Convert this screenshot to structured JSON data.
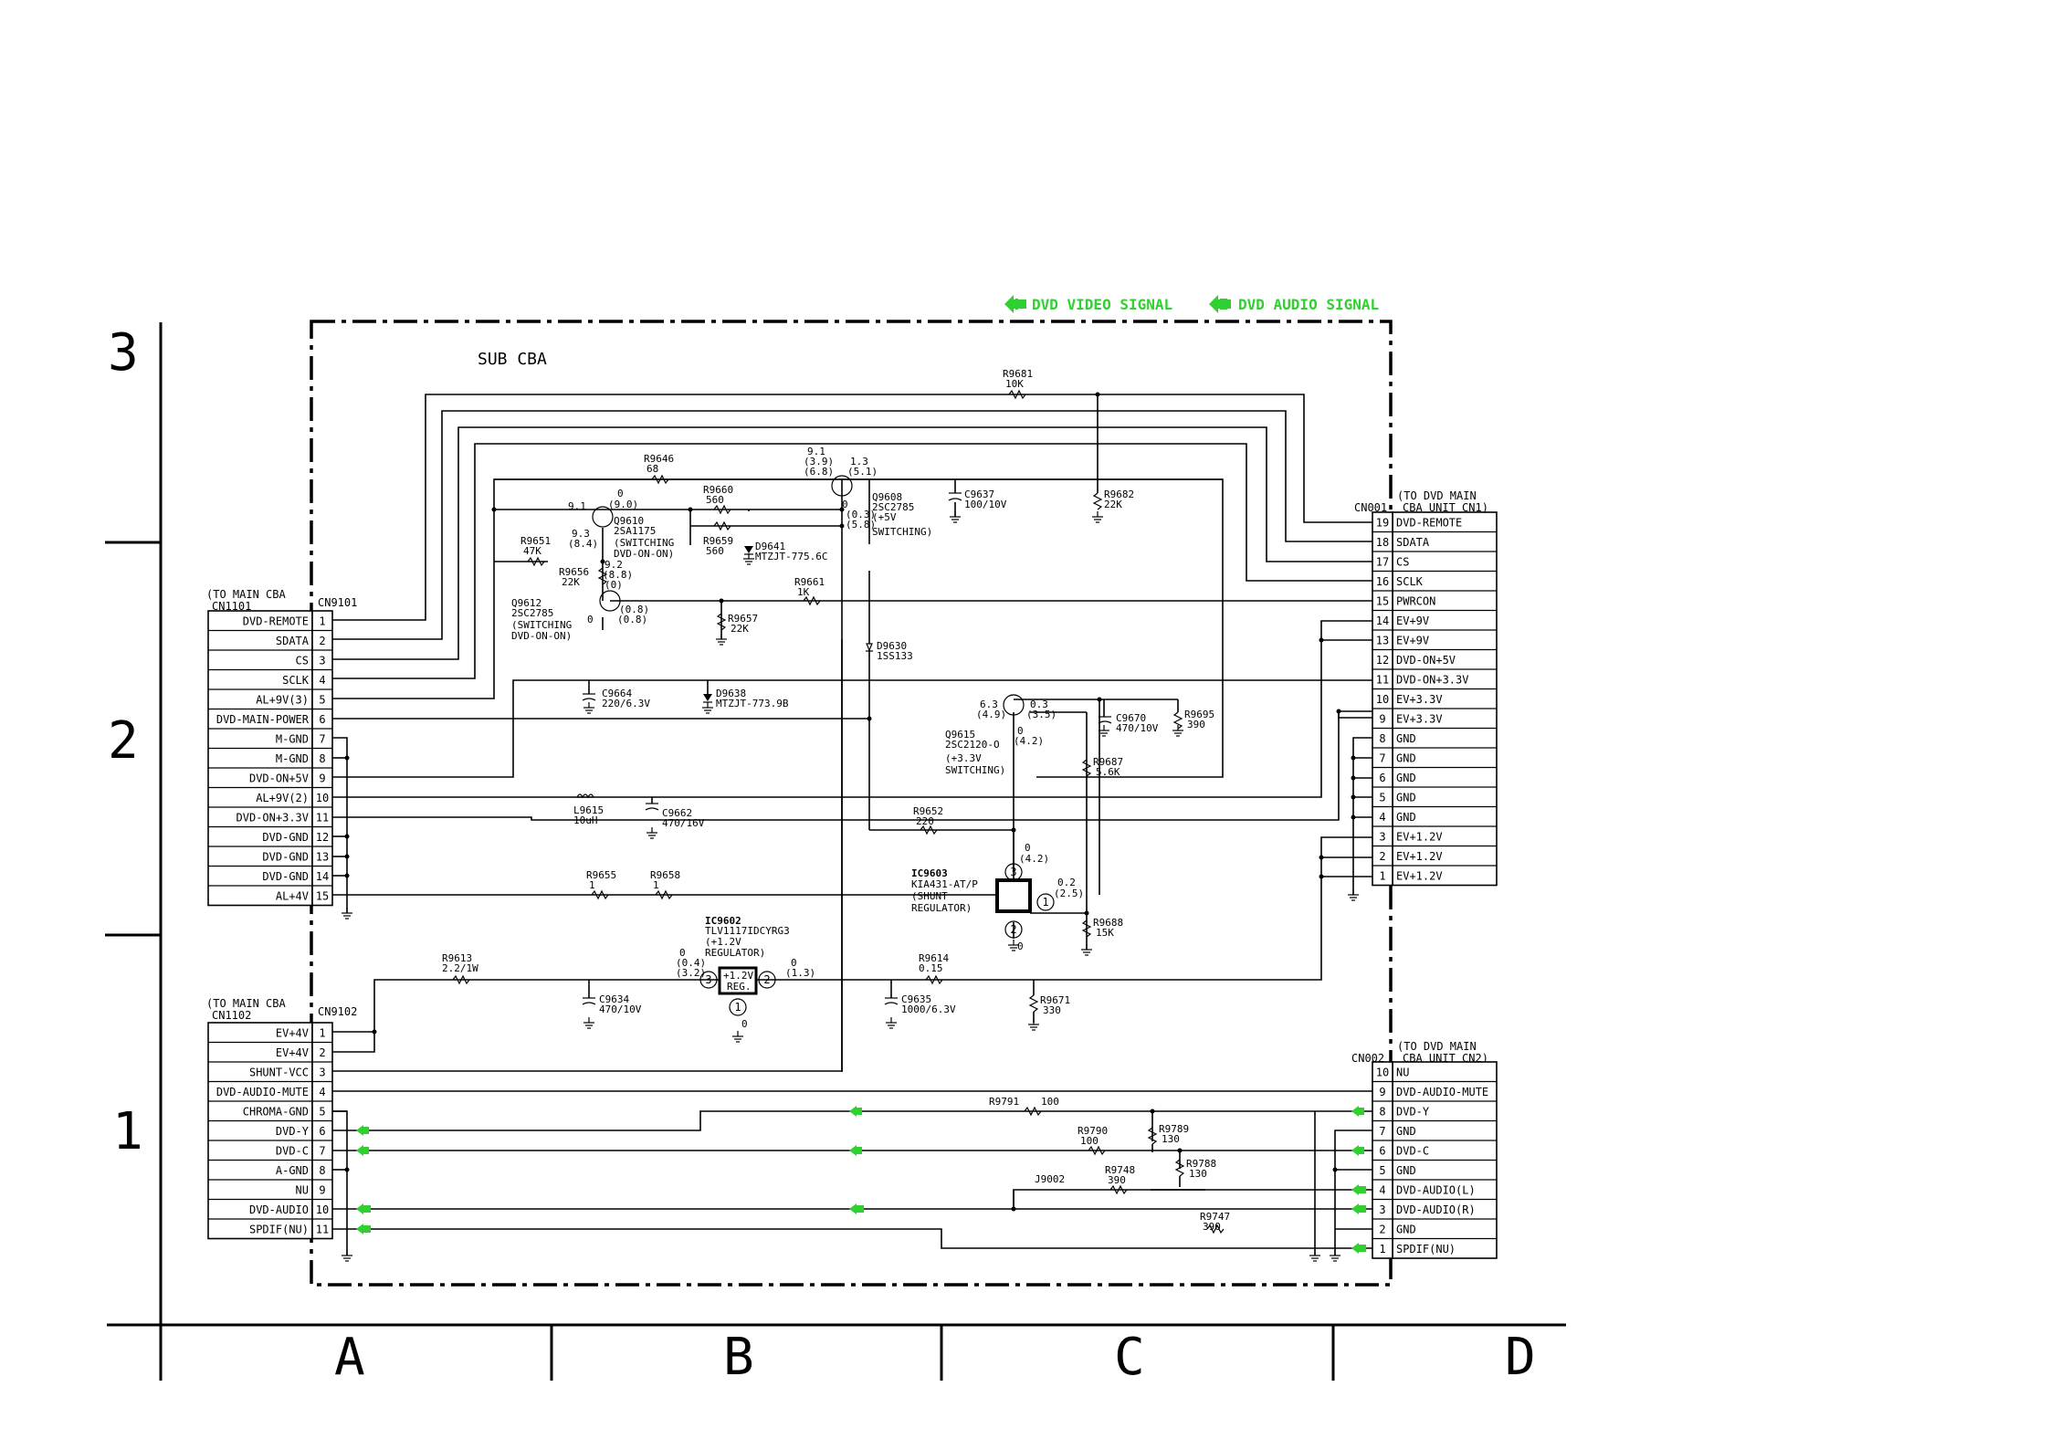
{
  "legend": {
    "video": "DVD VIDEO SIGNAL",
    "audio": "DVD AUDIO SIGNAL"
  },
  "board_title": "SUB CBA",
  "row_labels": [
    "3",
    "2",
    "1"
  ],
  "col_labels": [
    "A",
    "B",
    "C",
    "D"
  ],
  "cn9101": {
    "ref": "CN9101",
    "note1": "(TO MAIN CBA",
    "note2": "CN1101",
    "pins": [
      "DVD-REMOTE",
      "SDATA",
      "CS",
      "SCLK",
      "AL+9V(3)",
      "DVD-MAIN-POWER",
      "M-GND",
      "M-GND",
      "DVD-ON+5V",
      "AL+9V(2)",
      "DVD-ON+3.3V",
      "DVD-GND",
      "DVD-GND",
      "DVD-GND",
      "AL+4V"
    ],
    "nums": [
      "1",
      "2",
      "3",
      "4",
      "5",
      "6",
      "7",
      "8",
      "9",
      "10",
      "11",
      "12",
      "13",
      "14",
      "15"
    ]
  },
  "cn9102": {
    "ref": "CN9102",
    "note1": "(TO MAIN CBA",
    "note2": "CN1102",
    "pins": [
      "EV+4V",
      "EV+4V",
      "SHUNT-VCC",
      "DVD-AUDIO-MUTE",
      "CHROMA-GND",
      "DVD-Y",
      "DVD-C",
      "A-GND",
      "NU",
      "DVD-AUDIO",
      "SPDIF(NU)"
    ],
    "nums": [
      "1",
      "2",
      "3",
      "4",
      "5",
      "6",
      "7",
      "8",
      "9",
      "10",
      "11"
    ]
  },
  "cn001": {
    "ref": "CN001",
    "note1": "(TO DVD MAIN",
    "note2": "CBA UNIT CN1)",
    "pins": [
      "DVD-REMOTE",
      "SDATA",
      "CS",
      "SCLK",
      "PWRCON",
      "EV+9V",
      "EV+9V",
      "DVD-ON+5V",
      "DVD-ON+3.3V",
      "EV+3.3V",
      "EV+3.3V",
      "GND",
      "GND",
      "GND",
      "GND",
      "GND",
      "EV+1.2V",
      "EV+1.2V",
      "EV+1.2V"
    ],
    "nums": [
      "19",
      "18",
      "17",
      "16",
      "15",
      "14",
      "13",
      "12",
      "11",
      "10",
      "9",
      "8",
      "7",
      "6",
      "5",
      "4",
      "3",
      "2",
      "1"
    ]
  },
  "cn002": {
    "ref": "CN002",
    "note1": "(TO DVD MAIN",
    "note2": "CBA UNIT CN2)",
    "pins": [
      "NU",
      "DVD-AUDIO-MUTE",
      "DVD-Y",
      "GND",
      "DVD-C",
      "GND",
      "DVD-AUDIO(L)",
      "DVD-AUDIO(R)",
      "GND",
      "SPDIF(NU)"
    ],
    "nums": [
      "10",
      "9",
      "8",
      "7",
      "6",
      "5",
      "4",
      "3",
      "2",
      "1"
    ]
  },
  "parts": {
    "r9681": "R9681",
    "r9681v": "10K",
    "r9646": "R9646",
    "r9646v": "68",
    "r9660": "R9660",
    "r9660v": "560",
    "r9659": "R9659",
    "r9659v": "560",
    "r9651": "R9651",
    "r9651v": "47K",
    "r9656": "R9656",
    "r9656v": "22K",
    "r9657": "R9657",
    "r9657v": "22K",
    "r9661": "R9661",
    "r9661v": "1K",
    "r9682": "R9682",
    "r9682v": "22K",
    "c9637": "C9637",
    "c9637v": "100/10V",
    "d9641": "D9641",
    "d9641v": "MTZJT-775.6C",
    "d9630": "D9630",
    "d9630v": "1SS133",
    "q9608": "Q9608",
    "q9608v": "2SC2785",
    "q9608n1": "(+5V",
    "q9608n2": "SWITCHING)",
    "q9610": "Q9610",
    "q9610v": "2SA1175",
    "q9610n1": "(SWITCHING",
    "q9610n2": "DVD-ON-ON)",
    "q9612": "Q9612",
    "q9612v": "2SC2785",
    "q9612n1": "(SWITCHING",
    "q9612n2": "DVD-ON-ON)",
    "q9615": "Q9615",
    "q9615v": "2SC2120-O",
    "q9615n1": "(+3.3V",
    "q9615n2": "SWITCHING)",
    "c9664": "C9664",
    "c9664v": "220/6.3V",
    "d9638": "D9638",
    "d9638v": "MTZJT-773.9B",
    "c9670": "C9670",
    "c9670v": "470/10V",
    "r9695": "R9695",
    "r9695v": "390",
    "r9687": "R9687",
    "r9687v": "5.6K",
    "l9615": "L9615",
    "l9615v": "10uH",
    "c9662": "C9662",
    "c9662v": "470/16V",
    "r9652": "R9652",
    "r9652v": "220",
    "ic9603": "IC9603",
    "ic9603v": "KIA431-AT/P",
    "ic9603n1": "(SHUNT",
    "ic9603n2": "REGULATOR)",
    "r9655": "R9655",
    "r9655v": "1",
    "r9658": "R9658",
    "r9658v": "1",
    "r9688": "R9688",
    "r9688v": "15K",
    "ic9602": "IC9602",
    "ic9602v": "TLV1117IDCYRG3",
    "ic9602n1": "(+1.2V",
    "ic9602n2": "REGULATOR)",
    "ic9602box1": "+1.2V",
    "ic9602box2": "REG.",
    "r9613": "R9613",
    "r9613v": "2.2/1W",
    "c9634": "C9634",
    "c9634v": "470/10V",
    "r9614": "R9614",
    "r9614v": "0.15",
    "c9635": "C9635",
    "c9635v": "1000/6.3V",
    "r9671": "R9671",
    "r9671v": "330",
    "r9791": "R9791",
    "r9791v": "100",
    "r9790": "R9790",
    "r9790v": "100",
    "r9789": "R9789",
    "r9789v": "130",
    "r9788": "R9788",
    "r9788v": "130",
    "r9748": "R9748",
    "r9748v": "390",
    "j9002": "J9002",
    "r9747": "R9747",
    "r9747v": "390"
  },
  "voltages": {
    "q9610e": "9.1",
    "q9610b1": "0",
    "q9610b2": "(9.0)",
    "q9610c1": "9.3",
    "q9610c2": "(8.4)",
    "q9612c1": "9.2",
    "q9612c2": "(8.8)",
    "q9612c3": "(0)",
    "q9612e1": "0",
    "q9612e2": "(0.8)",
    "q9608c1": "9.1",
    "q9608c2": "(3.9)",
    "q9608c3": "(6.8)",
    "q9608e1": "1.3",
    "q9608e2": "(5.1)",
    "q9608b1": "0",
    "q9608b2": "(0.3)",
    "q9608b3": "(5.8)",
    "q9615c1": "6.3",
    "q9615c2": "(4.9)",
    "q9615e1": "0.3",
    "q9615e2": "(3.5)",
    "q9615b1": "0",
    "q9615b2": "(4.2)",
    "ic3a": "0",
    "ic3b": "(4.2)",
    "ic1a": "0.2",
    "ic1b": "(2.5)",
    "ic2": "0",
    "reg3a": "0",
    "reg3b": "(0.4)",
    "reg3c": "(3.2)",
    "reg2a": "0",
    "reg2b": "(1.3)",
    "reg1": "0"
  },
  "pin_marks": {
    "p1": "1",
    "p2": "2",
    "p3": "3"
  }
}
